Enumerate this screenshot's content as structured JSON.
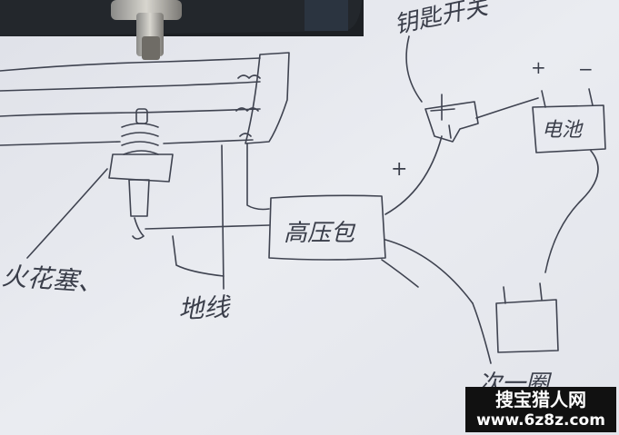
{
  "photo": {
    "labels": {
      "ignition_switch": "钥匙开关",
      "battery": "电池",
      "coil": "高压包",
      "plug": "火花塞、",
      "wire": "地线",
      "bottom": "次一圈",
      "plus_top": "+",
      "minus_top": "−",
      "plus_mid": "+"
    },
    "watermark": {
      "line1": "搜宝猎人网",
      "line2": "www.6z8z.com"
    },
    "colors": {
      "paper": "#e6e8ee",
      "ink": "#3a3e4a",
      "watermark_bg": "#111111",
      "watermark_text": "#ffffff"
    }
  }
}
